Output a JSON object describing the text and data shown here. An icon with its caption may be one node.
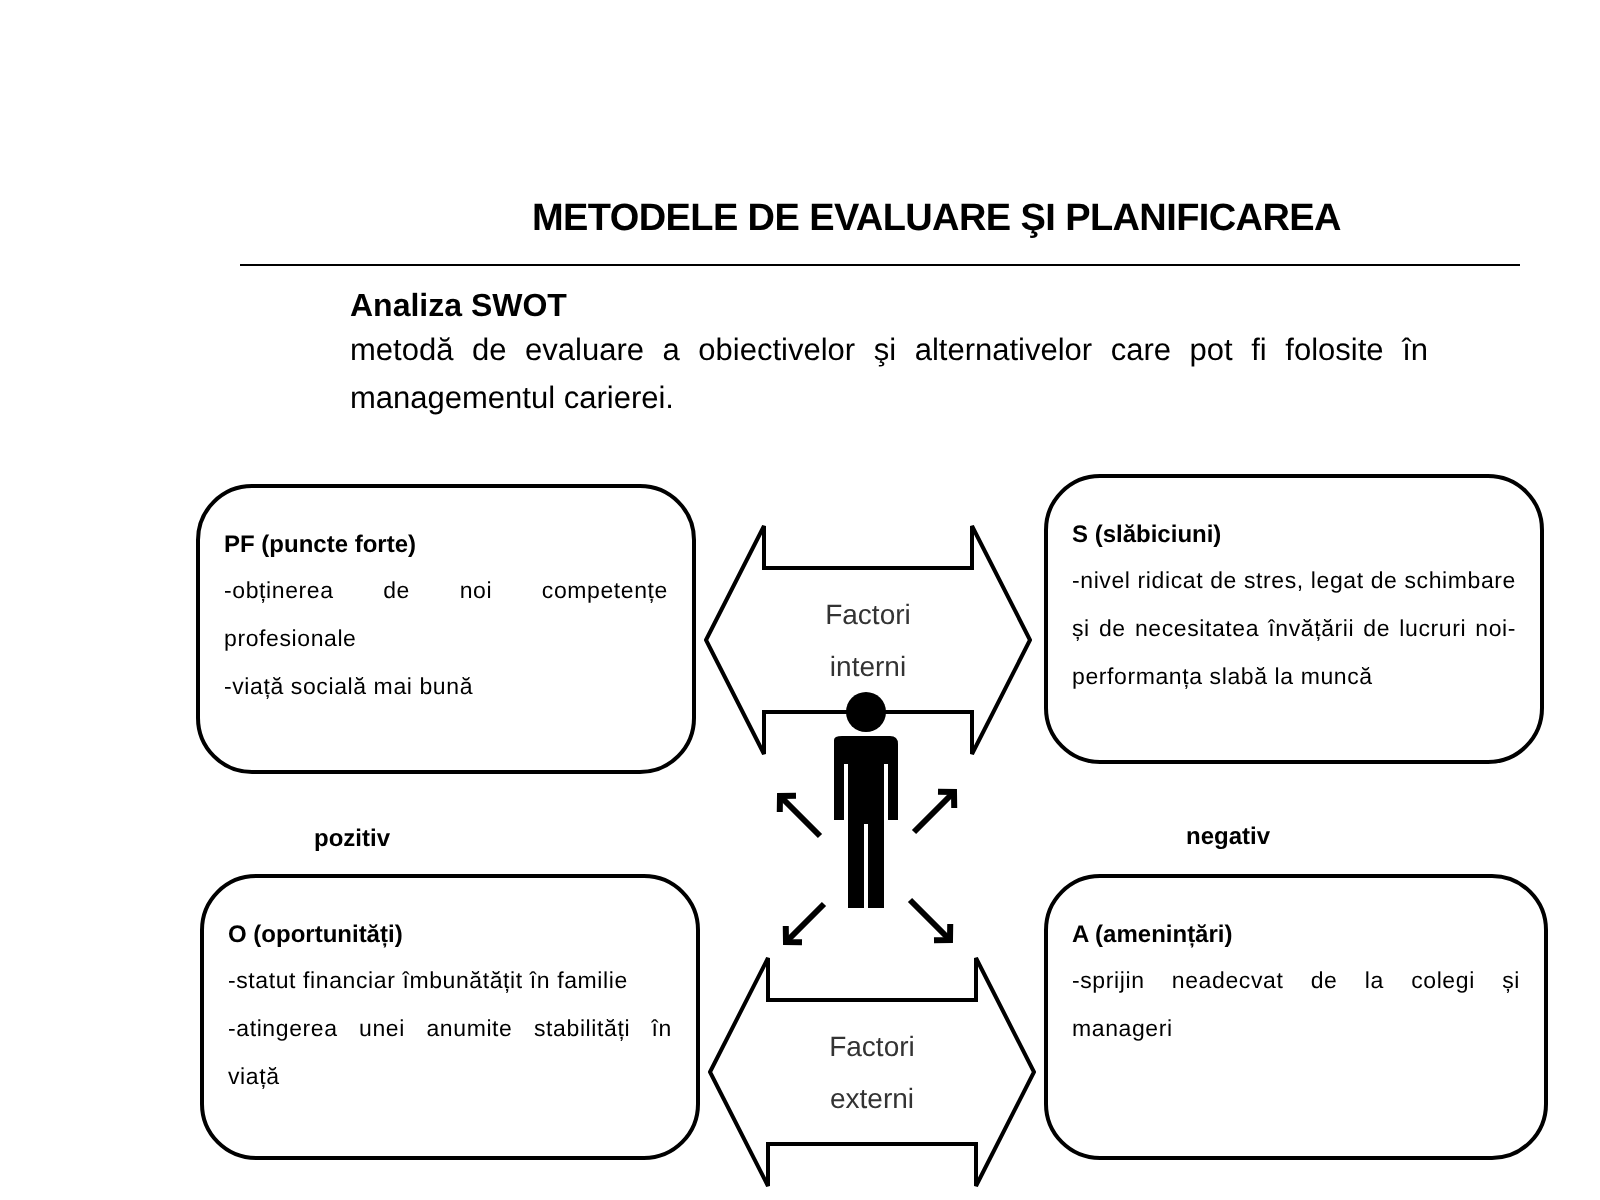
{
  "diagram": {
    "title": "METODELE DE EVALUARE ŞI PLANIFICAREA",
    "nodes": [
      {
        "text": [
          "PF (puncte forte)",
          "-obținerea de noi competențe profesionale",
          "-viață socială mai bună"
        ]
      },
      {
        "text": [
          "S (slăbiciuni)",
          "-nivel ridicat de stres, legat de schimbare și de necesitatea învățării de lucruri noi- performanța slabă la muncă"
        ]
      },
      {
        "text": [
          "Factori interni"
        ]
      },
      {
        "text": [
          "O (oportunități)",
          "-statut financiar îmbunătățit în familie",
          "-atingerea unei anumite stabilități în viață"
        ]
      },
      {
        "text": [
          "A (amenințări)",
          "-sprijin neadecvat de la colegi și manageri"
        ]
      },
      {
        "text": [
          "Factori externi"
        ]
      }
    ],
    "labels": [
      "Analiza SWOT",
      "metodă de evaluare a obiectivelor şi alternativelor care pot fi folosite în managementul carierei.",
      "pozitiv",
      "negativ"
    ]
  }
}
